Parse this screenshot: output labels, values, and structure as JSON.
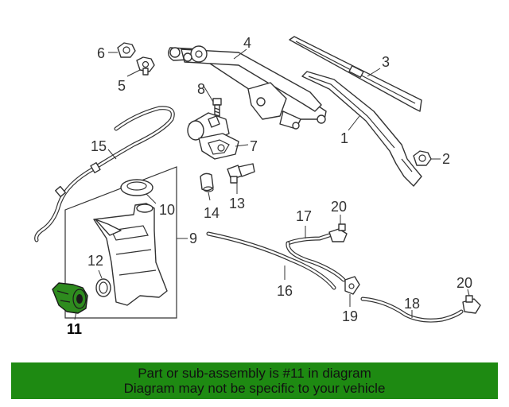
{
  "diagram": {
    "labels": {
      "p1": "1",
      "p2": "2",
      "p3": "3",
      "p4": "4",
      "p5": "5",
      "p6": "6",
      "p7": "7",
      "p8": "8",
      "p9": "9",
      "p10": "10",
      "p11": "11",
      "p12": "12",
      "p13": "13",
      "p14": "14",
      "p15": "15",
      "p16": "16",
      "p17": "17",
      "p18": "18",
      "p19": "19",
      "p20a": "20",
      "p20b": "20"
    },
    "highlight_color": "#2e8b1e"
  },
  "banner": {
    "line1": "Part or sub-assembly is #11 in diagram",
    "line2": "Diagram may not be specific to your vehicle",
    "background": "#1e8a12"
  }
}
